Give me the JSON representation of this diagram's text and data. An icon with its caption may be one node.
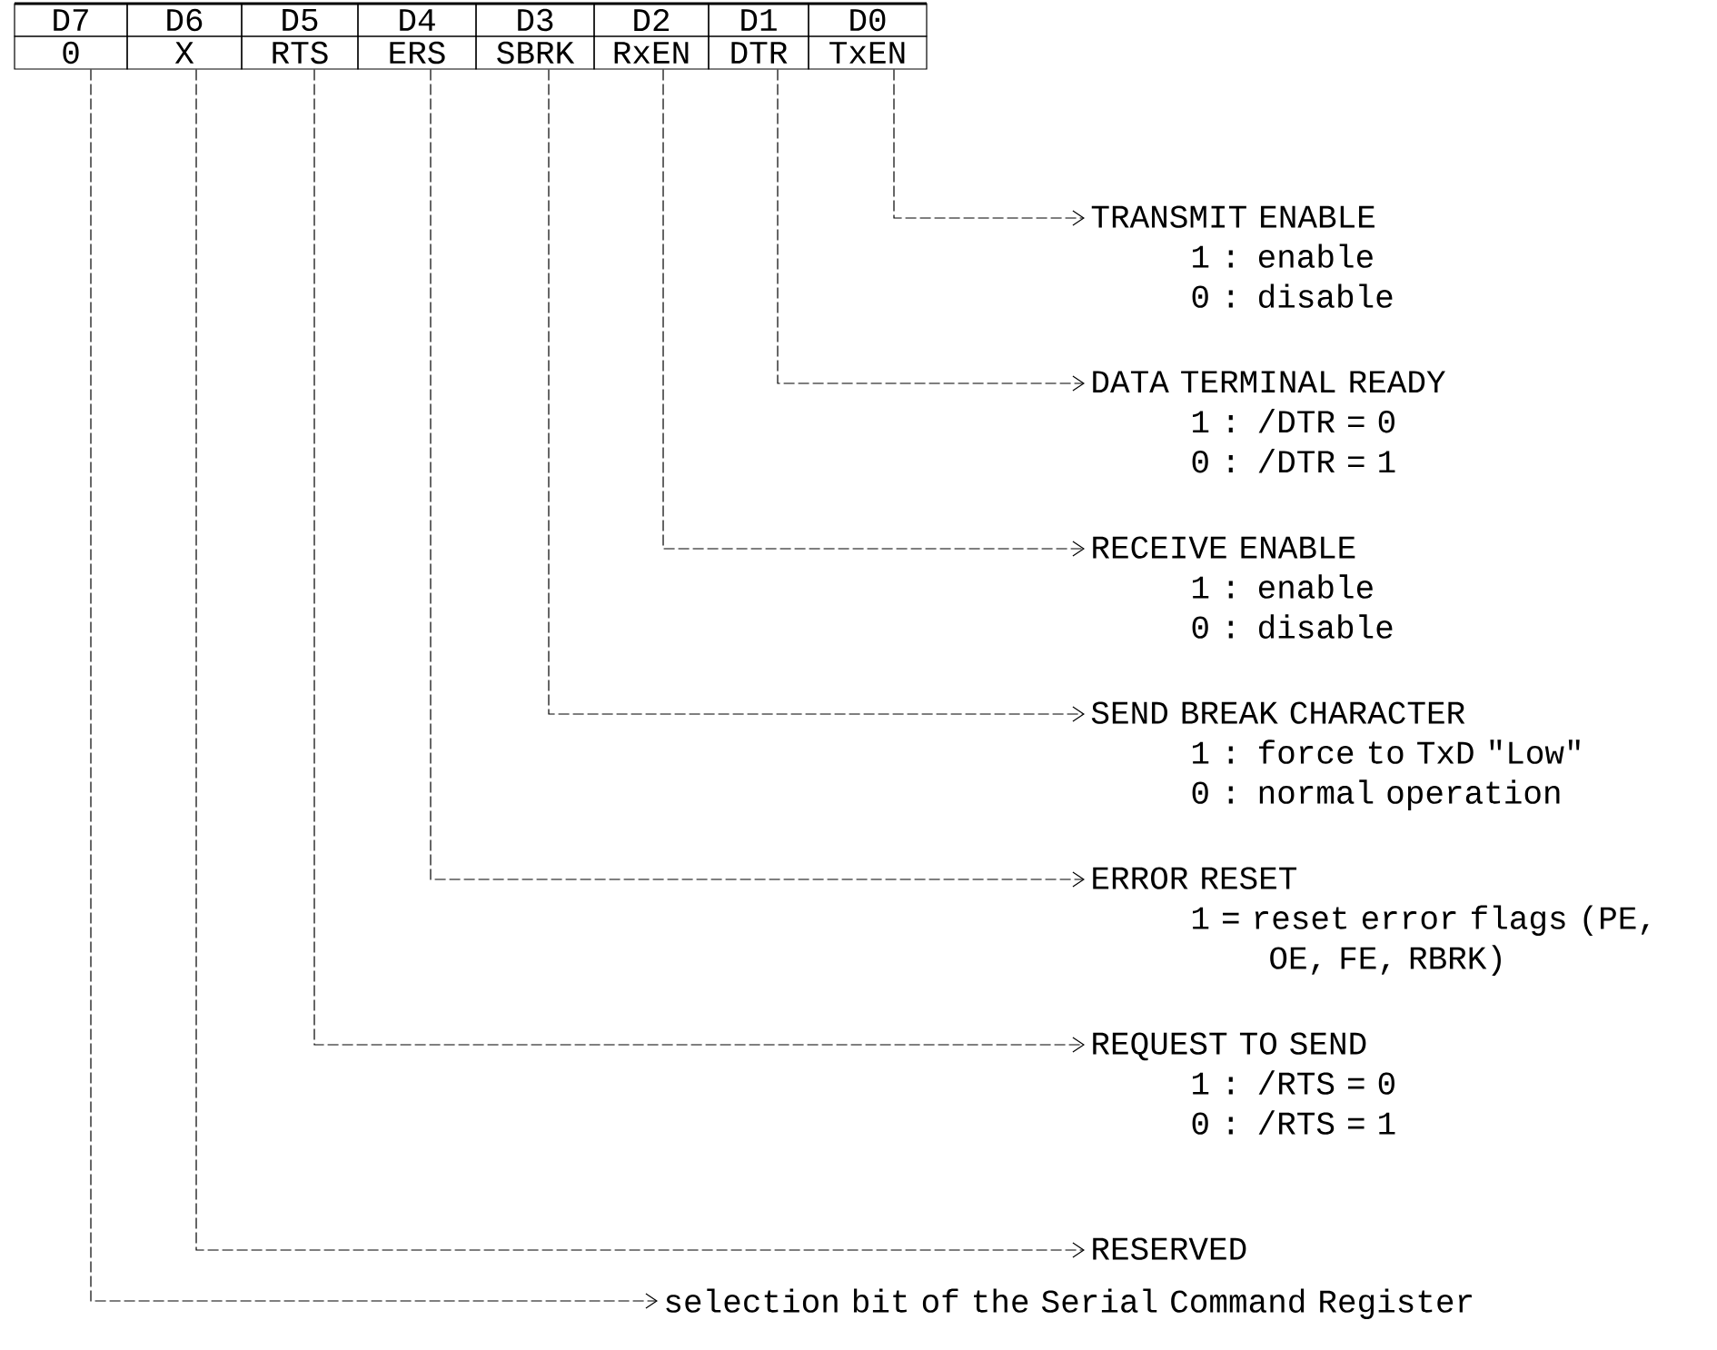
{
  "diagram": {
    "nodes": [
      {
        "text": [
          "D7"
        ]
      },
      {
        "text": [
          "D6"
        ]
      },
      {
        "text": [
          "D5"
        ]
      },
      {
        "text": [
          "D4"
        ]
      },
      {
        "text": [
          "D3"
        ]
      },
      {
        "text": [
          "D2"
        ]
      },
      {
        "text": [
          "D1"
        ]
      },
      {
        "text": [
          "D0"
        ]
      },
      {
        "text": [
          "0"
        ]
      },
      {
        "text": [
          "X"
        ]
      },
      {
        "text": [
          "RTS"
        ]
      },
      {
        "text": [
          "ERS"
        ]
      },
      {
        "text": [
          "SBRK"
        ]
      },
      {
        "text": [
          "RxEN"
        ]
      },
      {
        "text": [
          "DTR"
        ]
      },
      {
        "text": [
          "TxEN"
        ]
      },
      {
        "text": [
          "TRANSMIT ENABLE",
          "1 : enable",
          "0 : disable"
        ]
      },
      {
        "text": [
          "DATA TERMINAL READY",
          "1 : /DTR = 0",
          "0 : /DTR = 1"
        ]
      },
      {
        "text": [
          "RECEIVE ENABLE",
          "1 : enable",
          "0 : disable"
        ]
      },
      {
        "text": [
          "SEND BREAK CHARACTER",
          "1 : force to TxD \"Low\"",
          "0 : normal operation"
        ]
      },
      {
        "text": [
          "ERROR RESET",
          "1 = reset error flags (PE, OE, FE, RBRK)"
        ]
      },
      {
        "text": [
          "REQUEST TO SEND",
          "1 : /RTS = 0",
          "0 : /RTS = 1"
        ]
      },
      {
        "text": [
          "RESERVED"
        ]
      },
      {
        "text": [
          "selection bit of the Serial Command Register"
        ]
      }
    ],
    "edges": [
      {
        "from": 15,
        "to": 16,
        "arrow": "to"
      },
      {
        "from": 14,
        "to": 17,
        "arrow": "to"
      },
      {
        "from": 13,
        "to": 18,
        "arrow": "to"
      },
      {
        "from": 12,
        "to": 19,
        "arrow": "to"
      },
      {
        "from": 11,
        "to": 20,
        "arrow": "to"
      },
      {
        "from": 10,
        "to": 21,
        "arrow": "to"
      },
      {
        "from": 9,
        "to": 22,
        "arrow": "to"
      },
      {
        "from": 8,
        "to": 23,
        "arrow": "to"
      }
    ]
  }
}
